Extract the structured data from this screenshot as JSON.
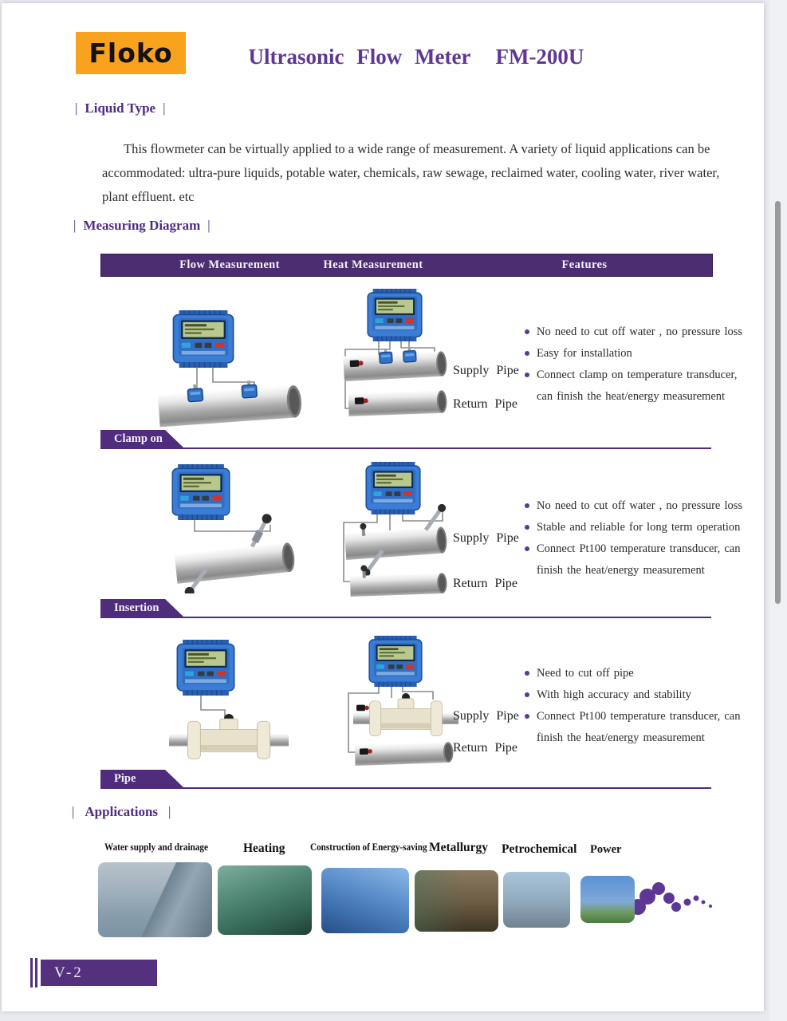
{
  "header": {
    "brand": "Floko",
    "title": "Ultrasonic Flow Meter  FM-200U"
  },
  "separator_bar": "|",
  "liquid_type": {
    "label": "Liquid Type",
    "paragraph": "This flowmeter can be virtually applied to a wide range of measurement. A variety of liquid applications can be accommodated: ultra-pure liquids, potable water, chemicals, raw sewage, reclaimed water, cooling water, river water, plant effluent. etc"
  },
  "measuring": {
    "label": "Measuring Diagram",
    "columns": [
      "Flow Measurement",
      "Heat Measurement",
      "Features"
    ],
    "rows": [
      {
        "type_label": "Clamp on",
        "supply_label": "Supply Pipe",
        "return_label": "Return Pipe",
        "features": [
          "No need to cut off water , no pressure loss",
          "Easy for installation",
          "Connect clamp on temperature transducer, can finish the heat/energy measurement"
        ]
      },
      {
        "type_label": "Insertion",
        "supply_label": "Supply Pipe",
        "return_label": "Return Pipe",
        "features": [
          "No need to cut off water , no pressure loss",
          "Stable and reliable for long term operation",
          "Connect Pt100 temperature transducer, can finish the heat/energy measurement"
        ]
      },
      {
        "type_label": "Pipe",
        "supply_label": "Supply Pipe",
        "return_label": "Return Pipe",
        "features": [
          "Need to cut off pipe",
          "With high accuracy and stability",
          "Connect Pt100 temperature transducer, can finish the heat/energy measurement"
        ]
      }
    ]
  },
  "applications": {
    "label": "Applications",
    "items": [
      {
        "label": "Water supply and drainage"
      },
      {
        "label": "Heating"
      },
      {
        "label": "Construction of Energy-saving"
      },
      {
        "label": "Metallurgy"
      },
      {
        "label": "Petrochemical"
      },
      {
        "label": "Power"
      }
    ]
  },
  "footer": {
    "page_label": "V-2"
  },
  "colors": {
    "brand_orange": "#F9A21E",
    "title_purple": "#5E3796",
    "header_bar_purple": "#4C2D72",
    "banner_purple": "#4F2C7C",
    "dot_purple": "#5C3795"
  }
}
